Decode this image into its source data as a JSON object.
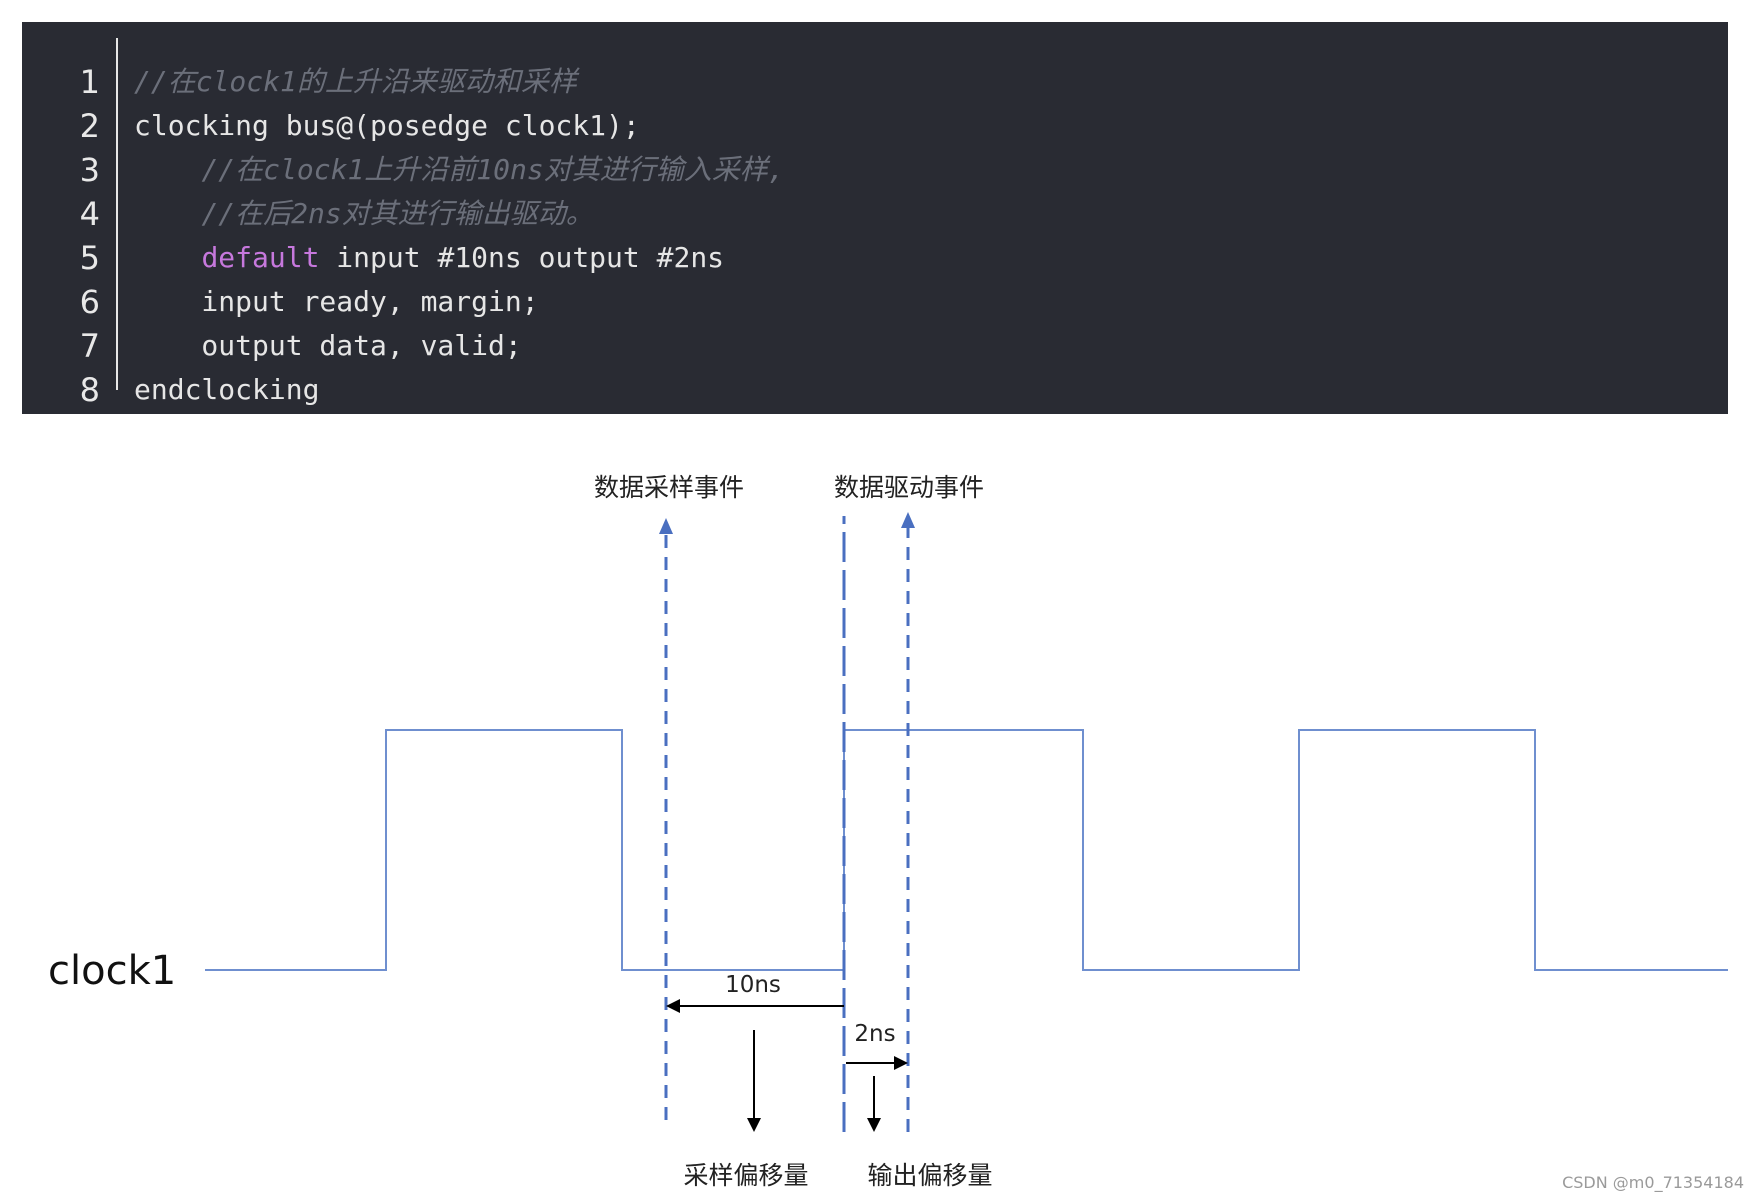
{
  "code": {
    "lines": [
      {
        "no": "1",
        "segments": [
          {
            "text": "//在clock1的上升沿来驱动和采样",
            "kind": "comment"
          }
        ]
      },
      {
        "no": "2",
        "segments": [
          {
            "text": "clocking bus@(posedge clock1);",
            "kind": "plain"
          }
        ]
      },
      {
        "no": "3",
        "segments": [
          {
            "text": "    ",
            "kind": "plain"
          },
          {
            "text": "//在clock1上升沿前10ns对其进行输入采样,",
            "kind": "comment"
          }
        ]
      },
      {
        "no": "4",
        "segments": [
          {
            "text": "    ",
            "kind": "plain"
          },
          {
            "text": "//在后2ns对其进行输出驱动。",
            "kind": "comment"
          }
        ]
      },
      {
        "no": "5",
        "segments": [
          {
            "text": "    ",
            "kind": "plain"
          },
          {
            "text": "default",
            "kind": "keyword"
          },
          {
            "text": " input #10ns output #2ns",
            "kind": "plain"
          }
        ]
      },
      {
        "no": "6",
        "segments": [
          {
            "text": "    input ready, margin;",
            "kind": "plain"
          }
        ]
      },
      {
        "no": "7",
        "segments": [
          {
            "text": "    output data, valid;",
            "kind": "plain"
          }
        ]
      },
      {
        "no": "8",
        "segments": [
          {
            "text": "endclocking",
            "kind": "plain"
          }
        ]
      }
    ]
  },
  "diagram": {
    "signal_label": "clock1",
    "sample_event_label": "数据采样事件",
    "drive_event_label": "数据驱动事件",
    "input_skew_label": "10ns",
    "output_skew_label": "2ns",
    "sample_offset_label": "采样偏移量",
    "output_offset_label": "输出偏移量",
    "colors": {
      "clock": "#6f8fcf",
      "dashed": "#4a6fc0",
      "arrow": "#000000"
    }
  },
  "watermark": "CSDN @m0_71354184"
}
